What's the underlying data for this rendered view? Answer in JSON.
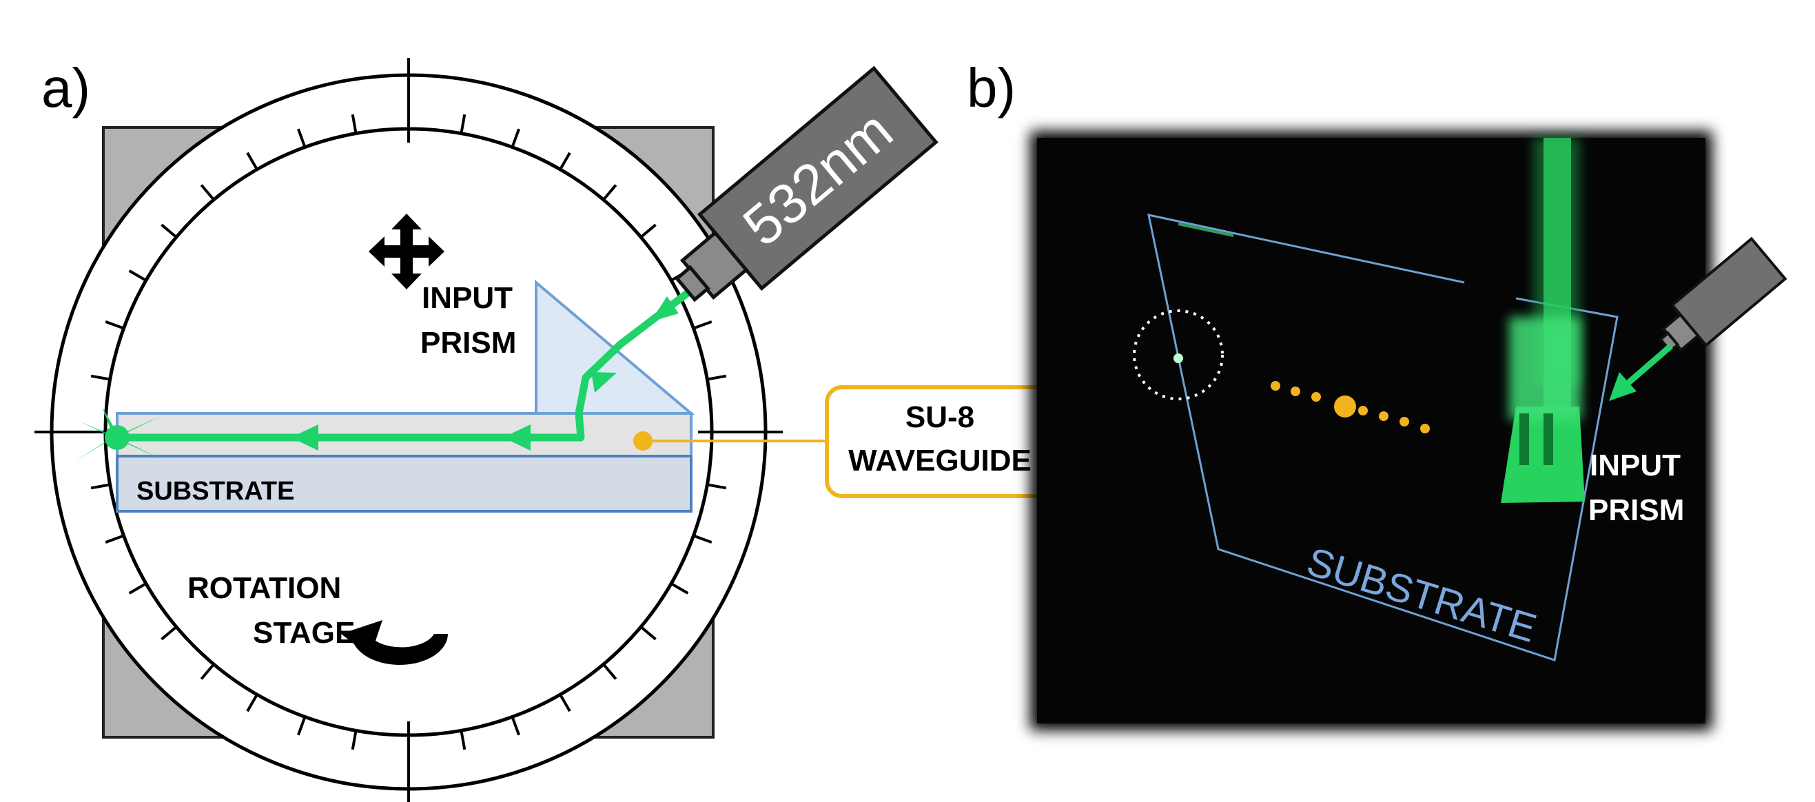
{
  "panel_a": {
    "label": "a)",
    "laser_label": "532nm",
    "input_prism_line1": "INPUT",
    "input_prism_line2": "PRISM",
    "substrate_label": "SUBSTRATE",
    "rotation_line1": "ROTATION",
    "rotation_line2": "STAGE",
    "move_icon": "four-way-arrow-icon",
    "rotate_icon": "curved-arrow-icon"
  },
  "callout": {
    "line1": "SU-8",
    "line2": "WAVEGUIDE"
  },
  "panel_b": {
    "label": "b)",
    "input_prism_line1": "INPUT",
    "input_prism_line2": "PRISM",
    "substrate_label": "SUBSTRATE"
  },
  "colors": {
    "beam": "#1fd36a",
    "callout": "#f2b41c",
    "outline_blue": "#6fa0d4",
    "prism_fill": "#dce8f5",
    "substrate_fill": "#d3dbe6",
    "laser_body": "#707070",
    "mount_gray": "#b2b2b2",
    "photo_bg": "#050505"
  }
}
